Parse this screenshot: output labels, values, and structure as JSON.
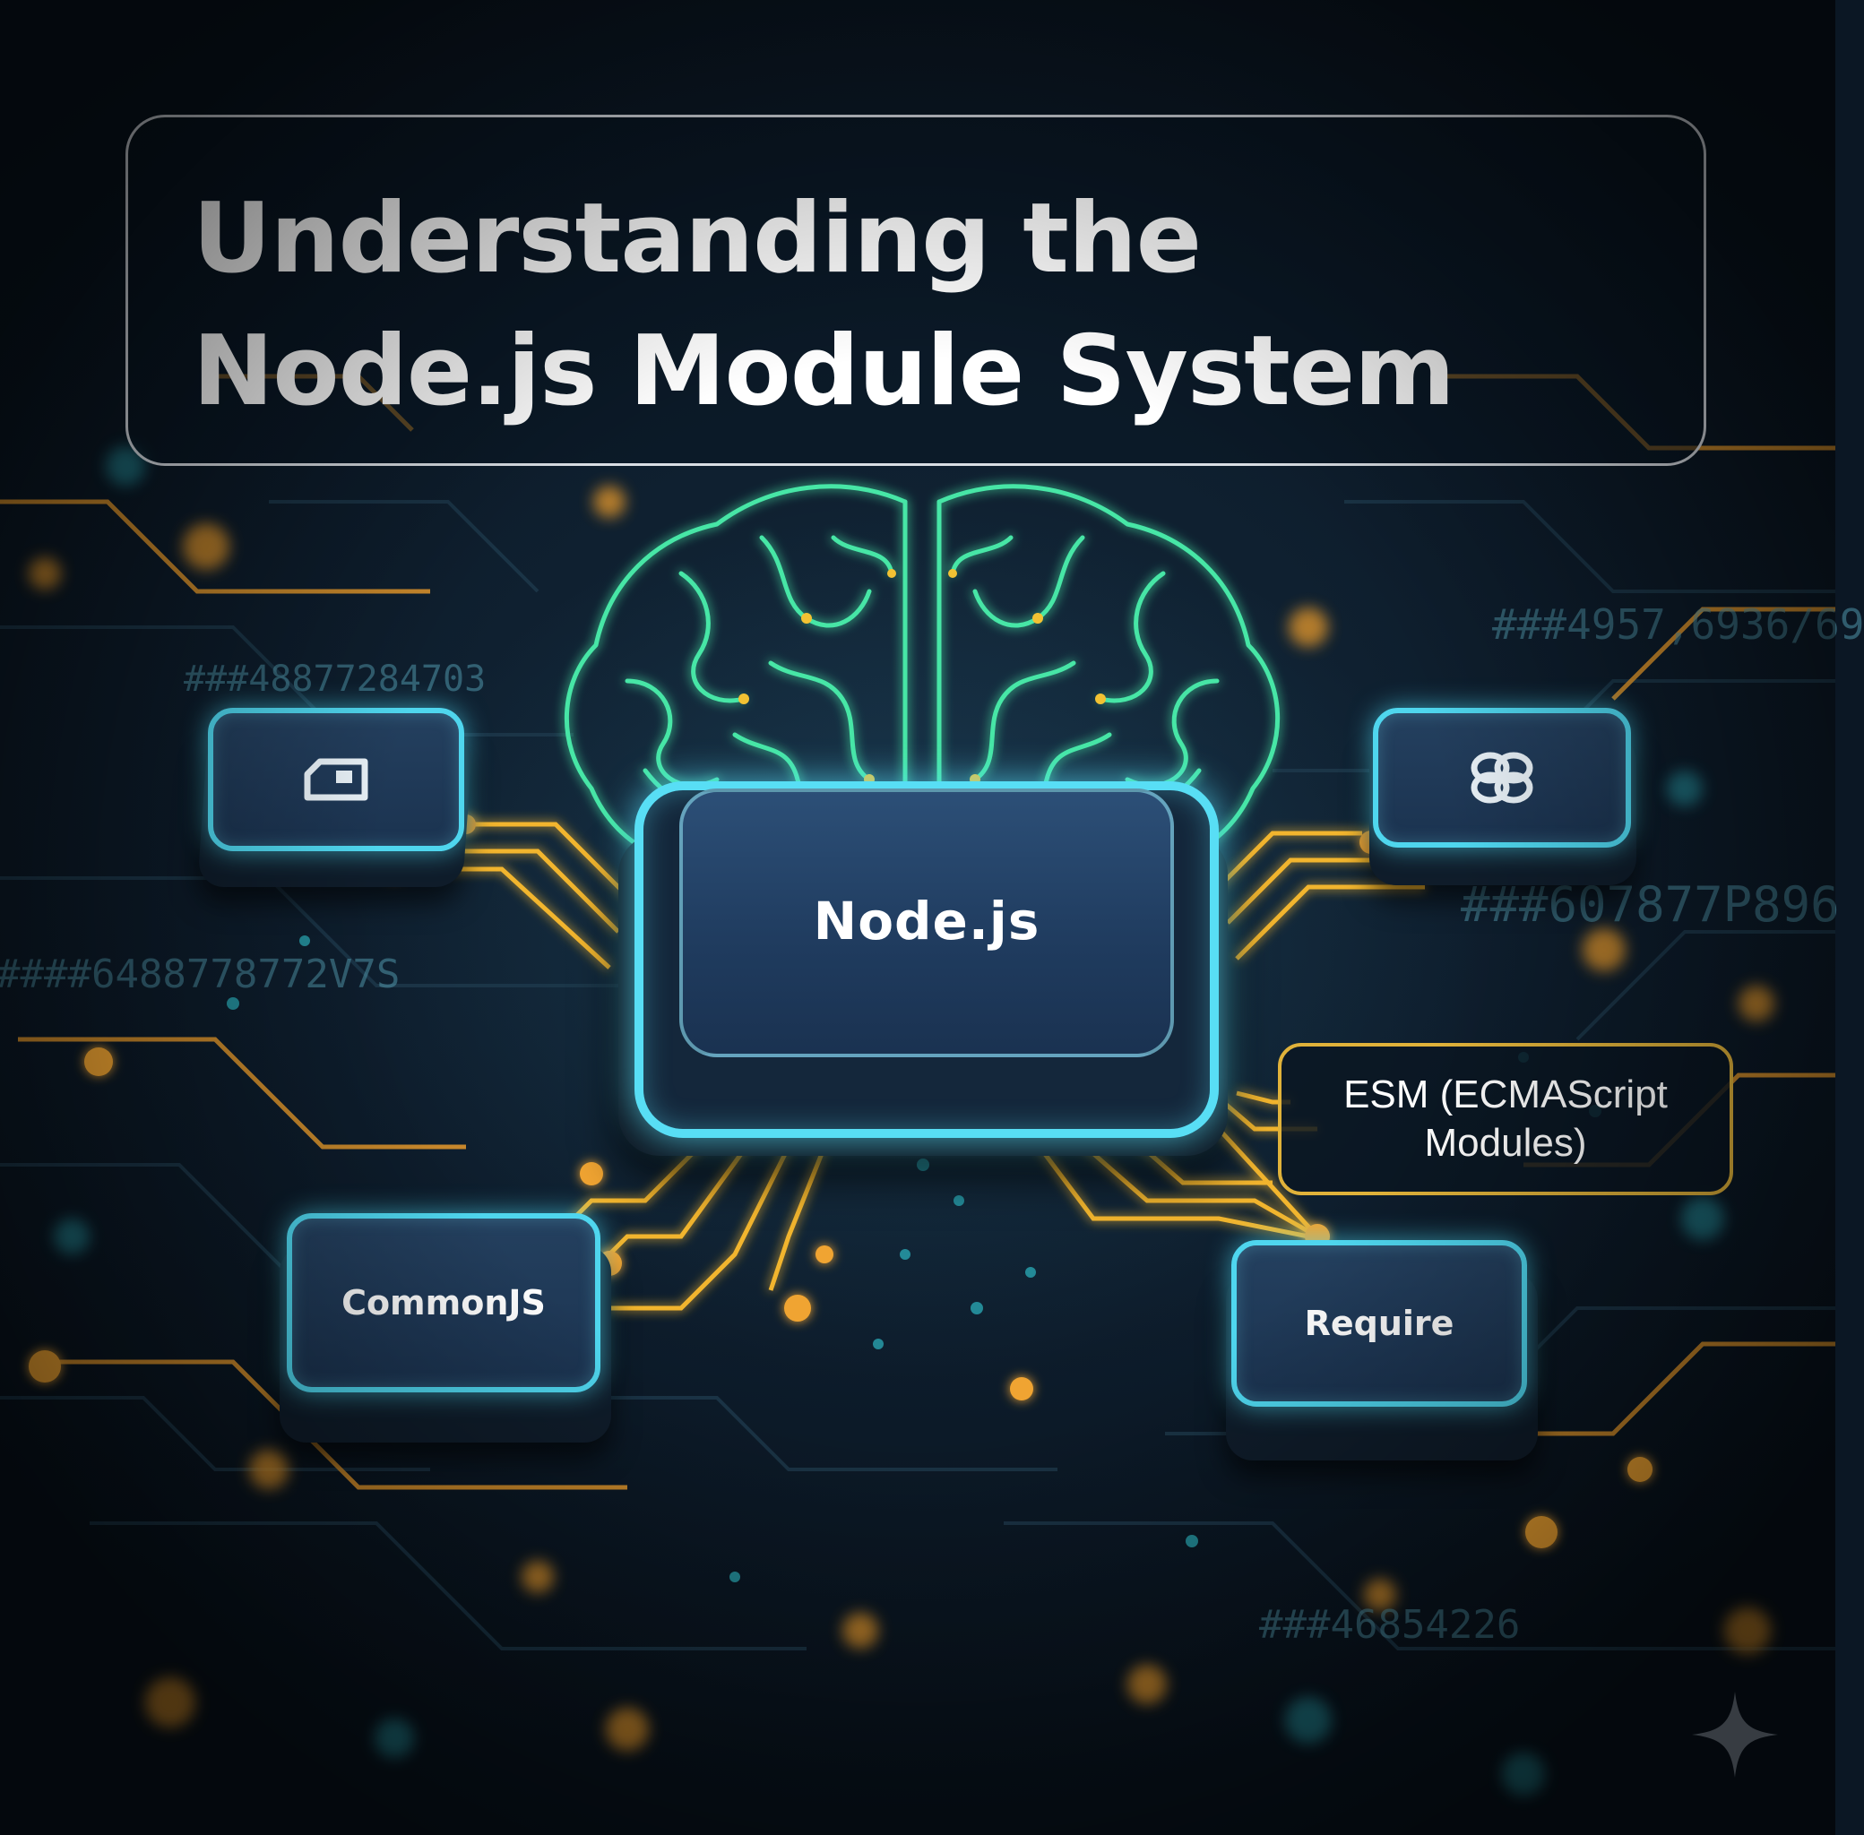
{
  "title": {
    "line1": "Understanding the",
    "line2": "Node.js Module System"
  },
  "core": {
    "label": "Node.js",
    "icon": "brain-icon"
  },
  "modules": {
    "commonjs": "CommonJS",
    "require": "Require",
    "esm": "ESM (ECMAScript Modules)"
  },
  "icons": {
    "top_left_chip": "package-icon",
    "top_right_chip": "linked-rings-icon",
    "watermark": "sparkle-icon"
  },
  "background_codes": [
    "###48877284703",
    "###4957,6936/69",
    "###607877P896",
    "####6488778772V7S",
    "###46854226"
  ],
  "colors": {
    "background": "#0d1c2b",
    "chip_glow": "#4fd6ee",
    "trace_orange": "#e89a2c",
    "trace_yellow": "#f2c233",
    "brain_green": "#46e6a6",
    "title_border": "#ebf0f5"
  }
}
